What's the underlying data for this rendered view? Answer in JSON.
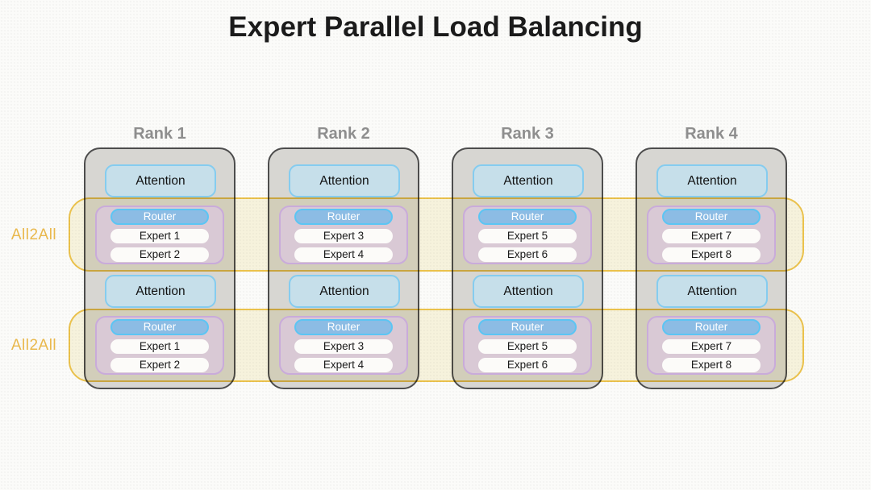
{
  "title": "Expert Parallel Load Balancing",
  "bands": [
    {
      "label": "All2All"
    },
    {
      "label": "All2All"
    }
  ],
  "ranks": [
    {
      "label": "Rank 1",
      "blocks": [
        {
          "attention": "Attention",
          "router": "Router",
          "experts": [
            "Expert 1",
            "Expert 2"
          ]
        },
        {
          "attention": "Attention",
          "router": "Router",
          "experts": [
            "Expert 1",
            "Expert 2"
          ]
        }
      ]
    },
    {
      "label": "Rank 2",
      "blocks": [
        {
          "attention": "Attention",
          "router": "Router",
          "experts": [
            "Expert 3",
            "Expert 4"
          ]
        },
        {
          "attention": "Attention",
          "router": "Router",
          "experts": [
            "Expert 3",
            "Expert 4"
          ]
        }
      ]
    },
    {
      "label": "Rank 3",
      "blocks": [
        {
          "attention": "Attention",
          "router": "Router",
          "experts": [
            "Expert 5",
            "Expert 6"
          ]
        },
        {
          "attention": "Attention",
          "router": "Router",
          "experts": [
            "Expert 5",
            "Expert 6"
          ]
        }
      ]
    },
    {
      "label": "Rank 4",
      "blocks": [
        {
          "attention": "Attention",
          "router": "Router",
          "experts": [
            "Expert 7",
            "Expert 8"
          ]
        },
        {
          "attention": "Attention",
          "router": "Router",
          "experts": [
            "Expert 7",
            "Expert 8"
          ]
        }
      ]
    }
  ],
  "colors": {
    "title_text": "#1b1b1b",
    "rank_label_text": "#8e8e8e",
    "rank_fill": "#d7d6d2",
    "rank_border": "#4d4d4d",
    "attention_fill": "#c6dfea",
    "attention_border": "#85ccef",
    "moe_fill": "#d9c9d5",
    "moe_border": "#c9abda",
    "router_fill": "#8cbce4",
    "router_border": "#5cc5f3",
    "expert_fill": "#fcfbf9",
    "band_fill": "#faf6e2",
    "band_border": "#efc54e",
    "all2all_text": "#e9b84c"
  }
}
